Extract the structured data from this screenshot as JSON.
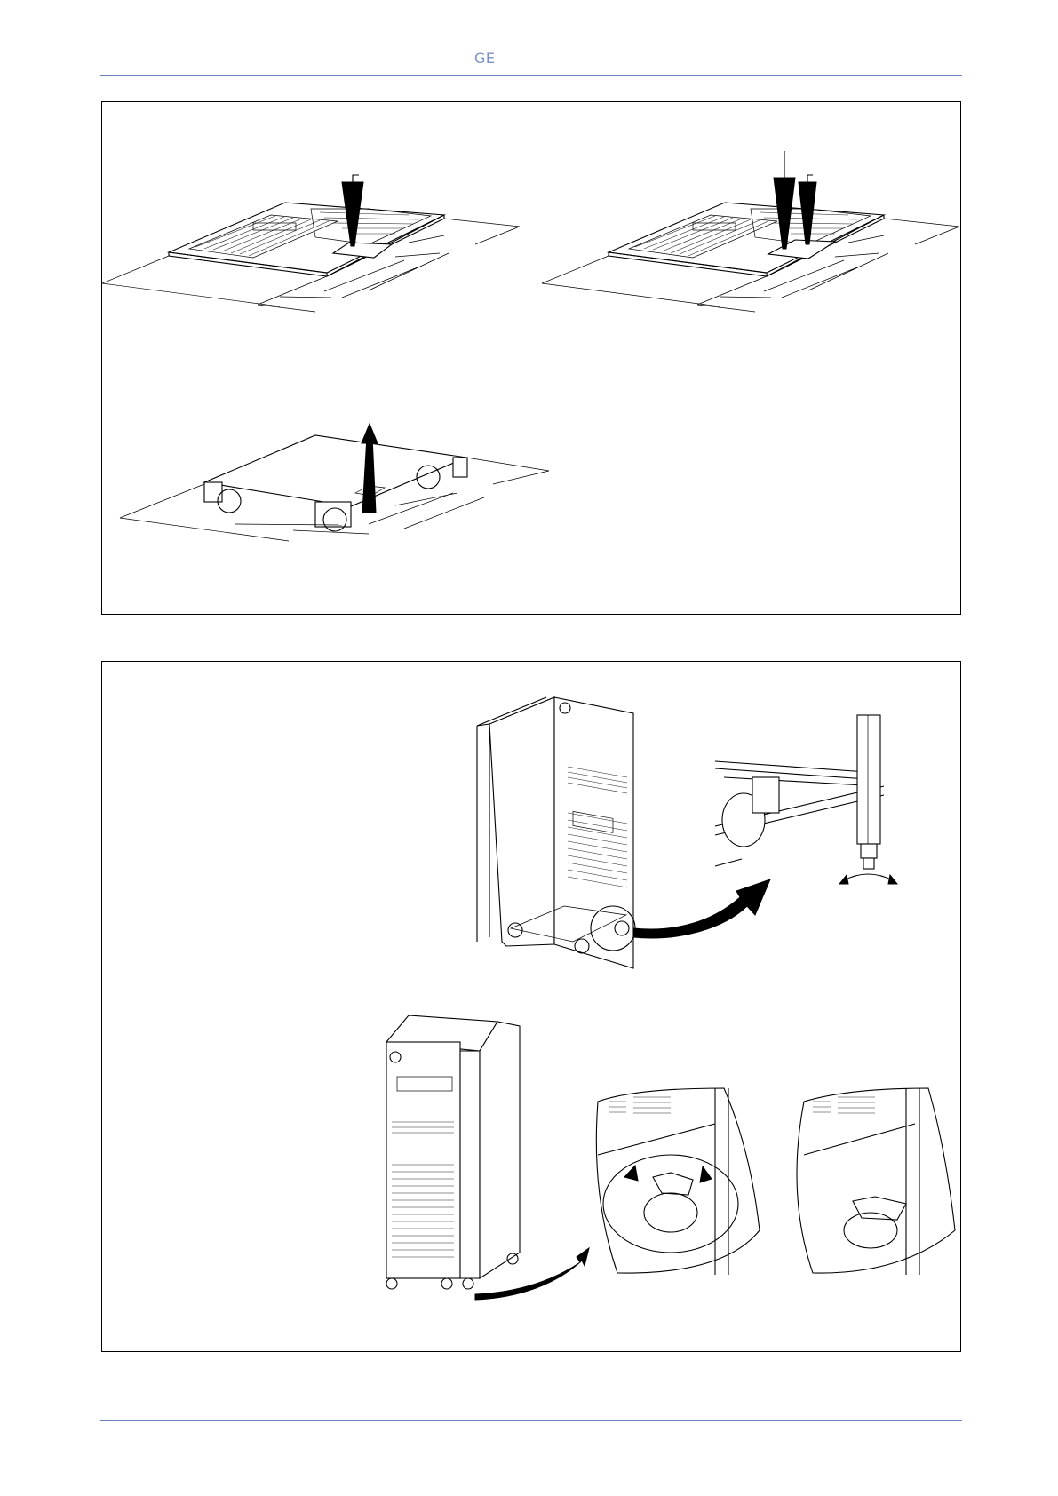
{
  "header": {
    "brand": "GE"
  },
  "figures": {
    "top_panel": {
      "views": [
        "top-plate-front",
        "top-plate-rear",
        "base-underside"
      ]
    },
    "bottom_panel": {
      "views": [
        "cabinet-levelling-foot",
        "cabinet-castor-brake"
      ]
    }
  }
}
